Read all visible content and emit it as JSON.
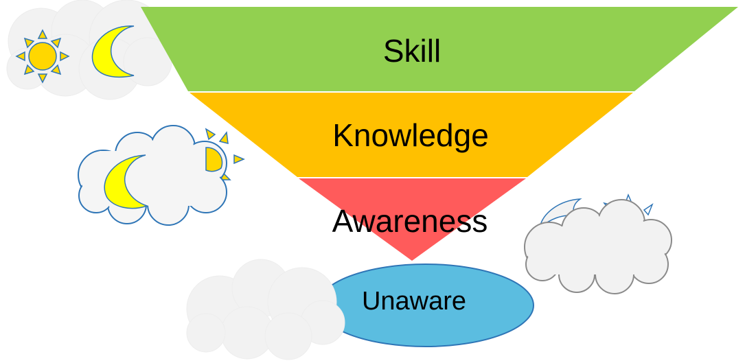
{
  "diagram": {
    "levels": [
      {
        "label": "Skill",
        "color": "#92d050"
      },
      {
        "label": "Knowledge",
        "color": "#ffc000"
      },
      {
        "label": "Awareness",
        "color": "#ff5b5b"
      }
    ],
    "base": {
      "label": "Unaware",
      "color": "#5bbde0",
      "stroke": "#2e75b6"
    }
  },
  "decorations": {
    "icons": [
      "sun-icon",
      "moon-icon",
      "cloud-icon"
    ],
    "cloud_fill": "#f2f2f2",
    "sun_color": "#ffd700",
    "moon_color": "#ffff00",
    "icon_outline": "#2e75b6"
  }
}
